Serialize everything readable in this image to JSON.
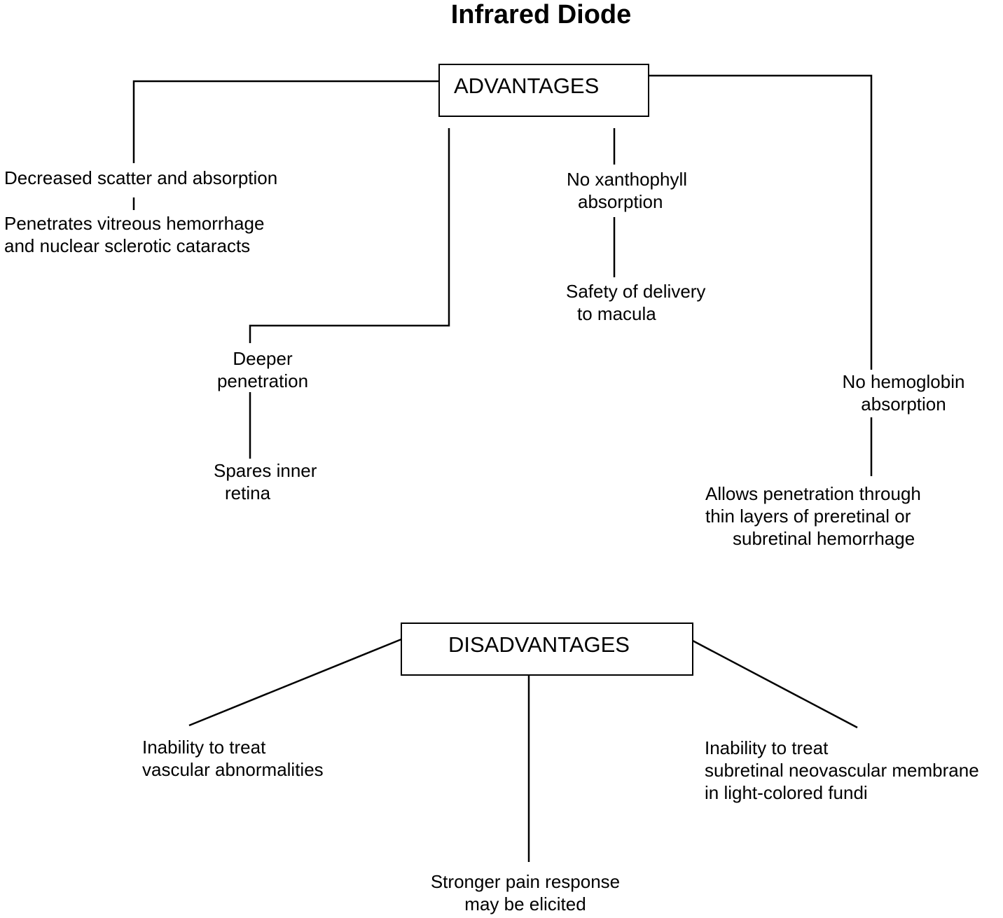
{
  "title": "Infrared Diode",
  "advantages": {
    "heading": "ADVANTAGES",
    "scatter": {
      "line1": "Decreased scatter and absorption",
      "detail_line1": "Penetrates vitreous hemorrhage",
      "detail_line2": "and nuclear sclerotic cataracts"
    },
    "deeper": {
      "line1": "Deeper",
      "line2": "penetration",
      "detail_line1": "Spares inner",
      "detail_line2": "retina"
    },
    "xanthophyll": {
      "line1": "No xanthophyll",
      "line2": "absorption",
      "detail_line1": "Safety of delivery",
      "detail_line2": "to macula"
    },
    "hemoglobin": {
      "line1": "No hemoglobin",
      "line2": "absorption",
      "detail_line1": "Allows penetration through",
      "detail_line2": "thin layers of preretinal or",
      "detail_line3": "subretinal hemorrhage"
    }
  },
  "disadvantages": {
    "heading": "DISADVANTAGES",
    "vascular": {
      "line1": "Inability to treat",
      "line2": "vascular abnormalities"
    },
    "pain": {
      "line1": "Stronger pain response",
      "line2": "may be elicited"
    },
    "membrane": {
      "line1": "Inability to treat",
      "line2": "subretinal neovascular membrane",
      "line3": "in light-colored fundi"
    }
  }
}
